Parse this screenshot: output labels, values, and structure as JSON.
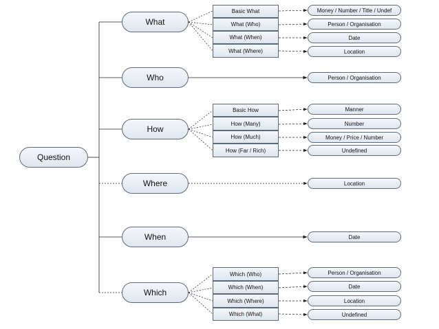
{
  "root": {
    "label": "Question"
  },
  "categories": {
    "what": {
      "label": "What"
    },
    "who": {
      "label": "Who"
    },
    "how": {
      "label": "How"
    },
    "where": {
      "label": "Where"
    },
    "when": {
      "label": "When"
    },
    "which": {
      "label": "Which"
    }
  },
  "subtypes": {
    "what": [
      "Basic What",
      "What (Who)",
      "What (When)",
      "What (Where)"
    ],
    "how": [
      "Basic How",
      "How (Many)",
      "How (Much)",
      "How (Far / Rich)"
    ],
    "which": [
      "Which (Who)",
      "Which (When)",
      "Which (Where)",
      "Which (What)"
    ]
  },
  "answers": {
    "what": [
      "Money / Number / Title / Undef",
      "Person / Organisation",
      "Date",
      "Location"
    ],
    "who": [
      "Person / Organisation"
    ],
    "how": [
      "Manner",
      "Number",
      "Money / Price / Number",
      "Undefined"
    ],
    "where": [
      "Location"
    ],
    "when": [
      "Date"
    ],
    "which": [
      "Person / Organisation",
      "Date",
      "Location",
      "Undefined"
    ]
  },
  "colors": {
    "stroke": "#5a6a7a",
    "wire": "#222222",
    "fill_top": "#f4f7fb",
    "fill_bottom": "#dfe6ee"
  }
}
